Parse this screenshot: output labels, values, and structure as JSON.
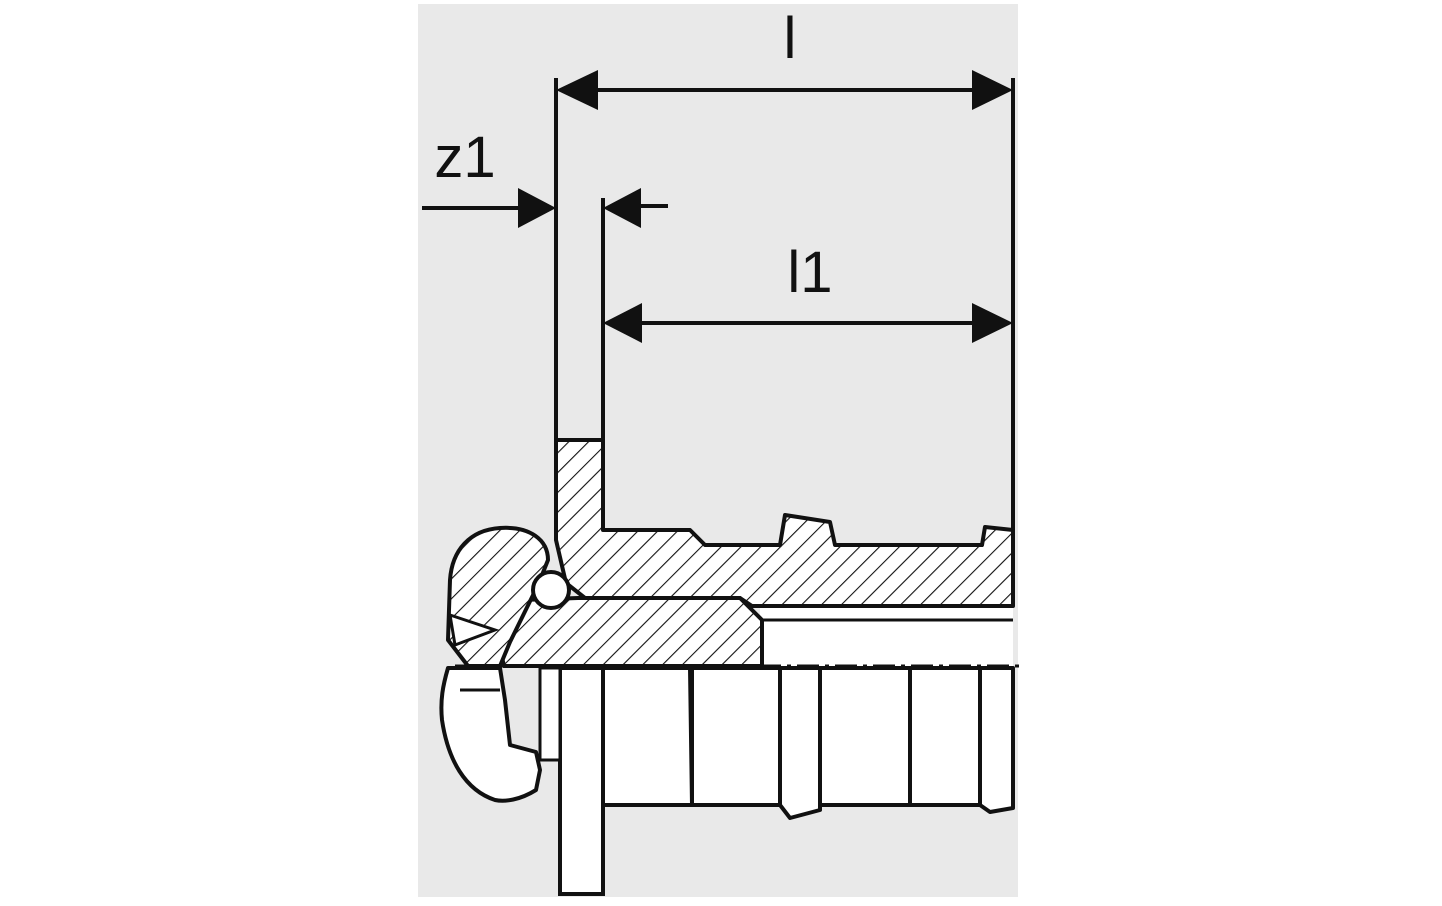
{
  "diagram": {
    "labels": {
      "overall_length": "l",
      "insertion_length": "l1",
      "offset": "z1"
    },
    "colors": {
      "background": "#ffffff",
      "panel": "#e9e9e9",
      "line": "#111111"
    }
  }
}
